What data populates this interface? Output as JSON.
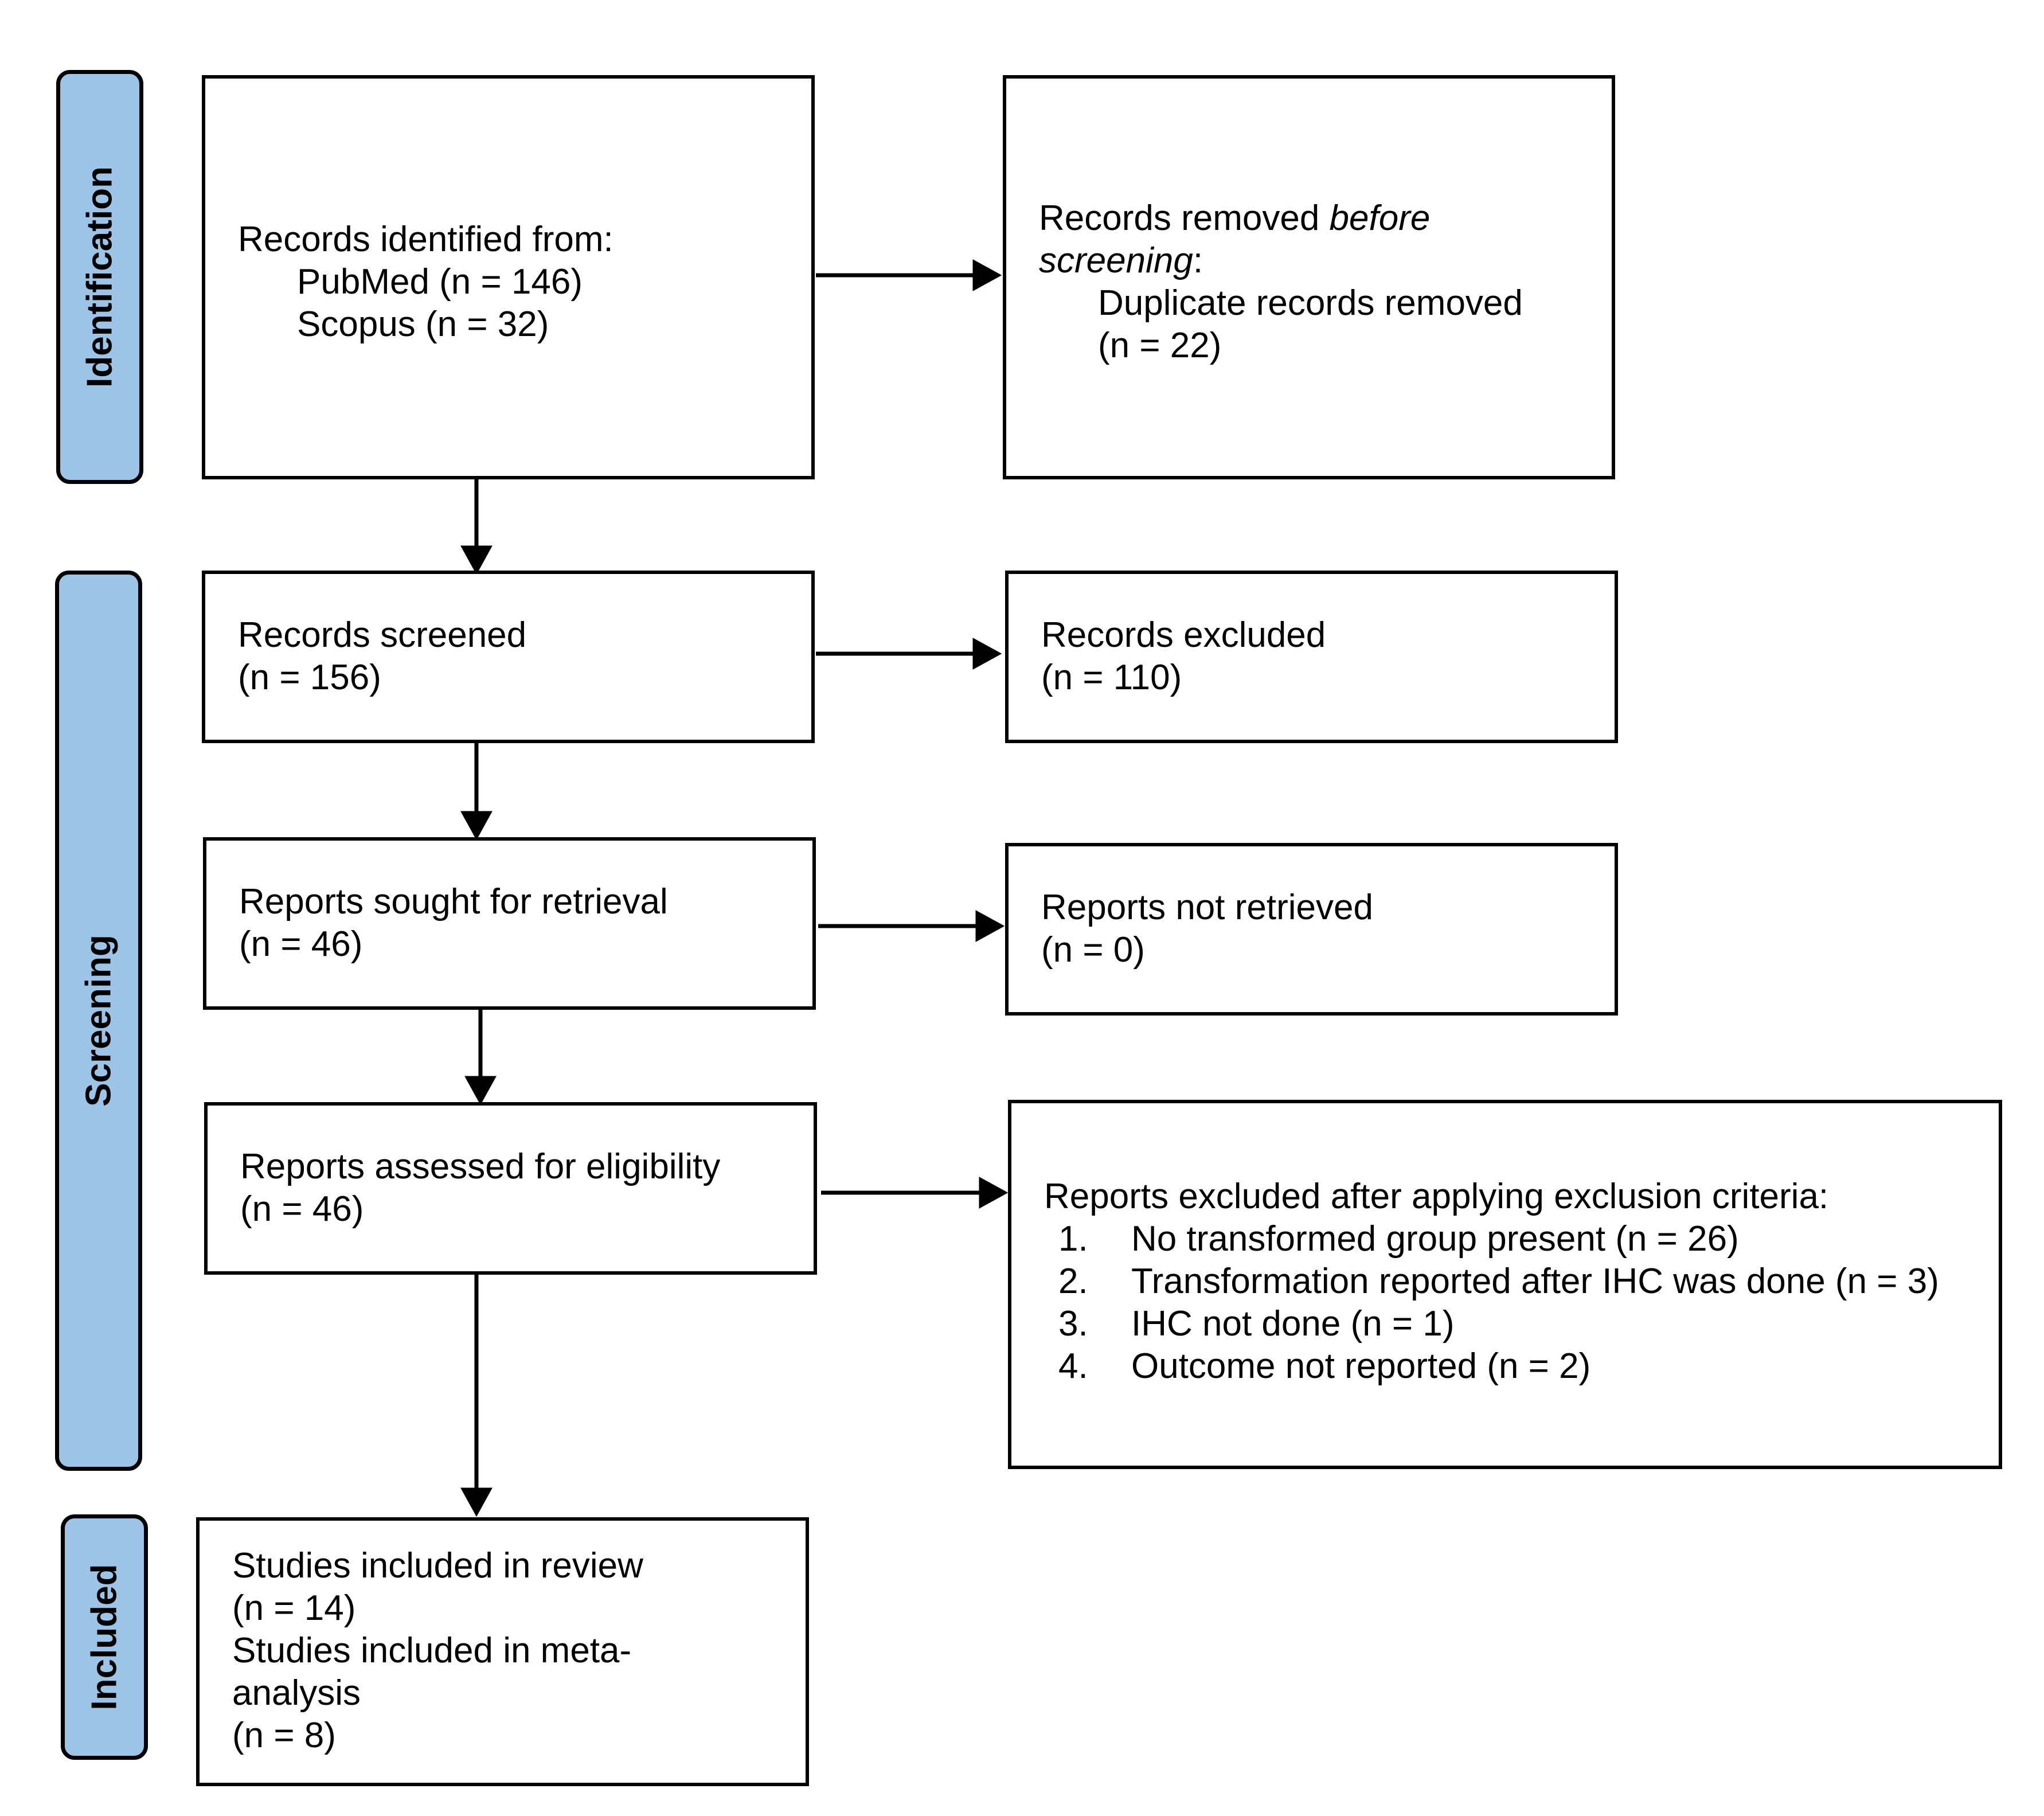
{
  "phases": {
    "identification": "Identification",
    "screening": "Screening",
    "included": "Included"
  },
  "boxes": {
    "identified": {
      "title": "Records identified from:",
      "sources": [
        "PubMed (n = 146)",
        "Scopus (n = 32)"
      ]
    },
    "removed_before_screening": {
      "prefix": "Records removed ",
      "italic1": "before",
      "italic2": "screening",
      "suffix": ":",
      "item_label": "Duplicate records removed",
      "item_count": "(n = 22)"
    },
    "screened": {
      "title": "Records screened",
      "count": "(n = 156)"
    },
    "excluded": {
      "title": "Records excluded",
      "count": "(n = 110)"
    },
    "sought": {
      "title": "Reports sought for retrieval",
      "count": "(n = 46)"
    },
    "not_retrieved": {
      "title": "Reports not retrieved",
      "count": "(n = 0)"
    },
    "assessed": {
      "title": "Reports assessed for eligibility",
      "count": "(n = 46)"
    },
    "excluded_criteria": {
      "title": "Reports excluded after applying exclusion criteria:",
      "items": [
        {
          "num": "1.",
          "text": "No transformed group present (n = 26)"
        },
        {
          "num": "2.",
          "text": "Transformation reported after IHC was done (n = 3)"
        },
        {
          "num": "3.",
          "text": "IHC not done (n = 1)"
        },
        {
          "num": "4.",
          "text": "Outcome not reported (n = 2)"
        }
      ]
    },
    "included": {
      "review_label": "Studies included in review",
      "review_count": "(n = 14)",
      "meta_label_1": "Studies included in meta-",
      "meta_label_2": "analysis",
      "meta_count": "(n = 8)"
    }
  },
  "colors": {
    "phase_fill": "#9dc3e6",
    "stroke": "#000000"
  }
}
